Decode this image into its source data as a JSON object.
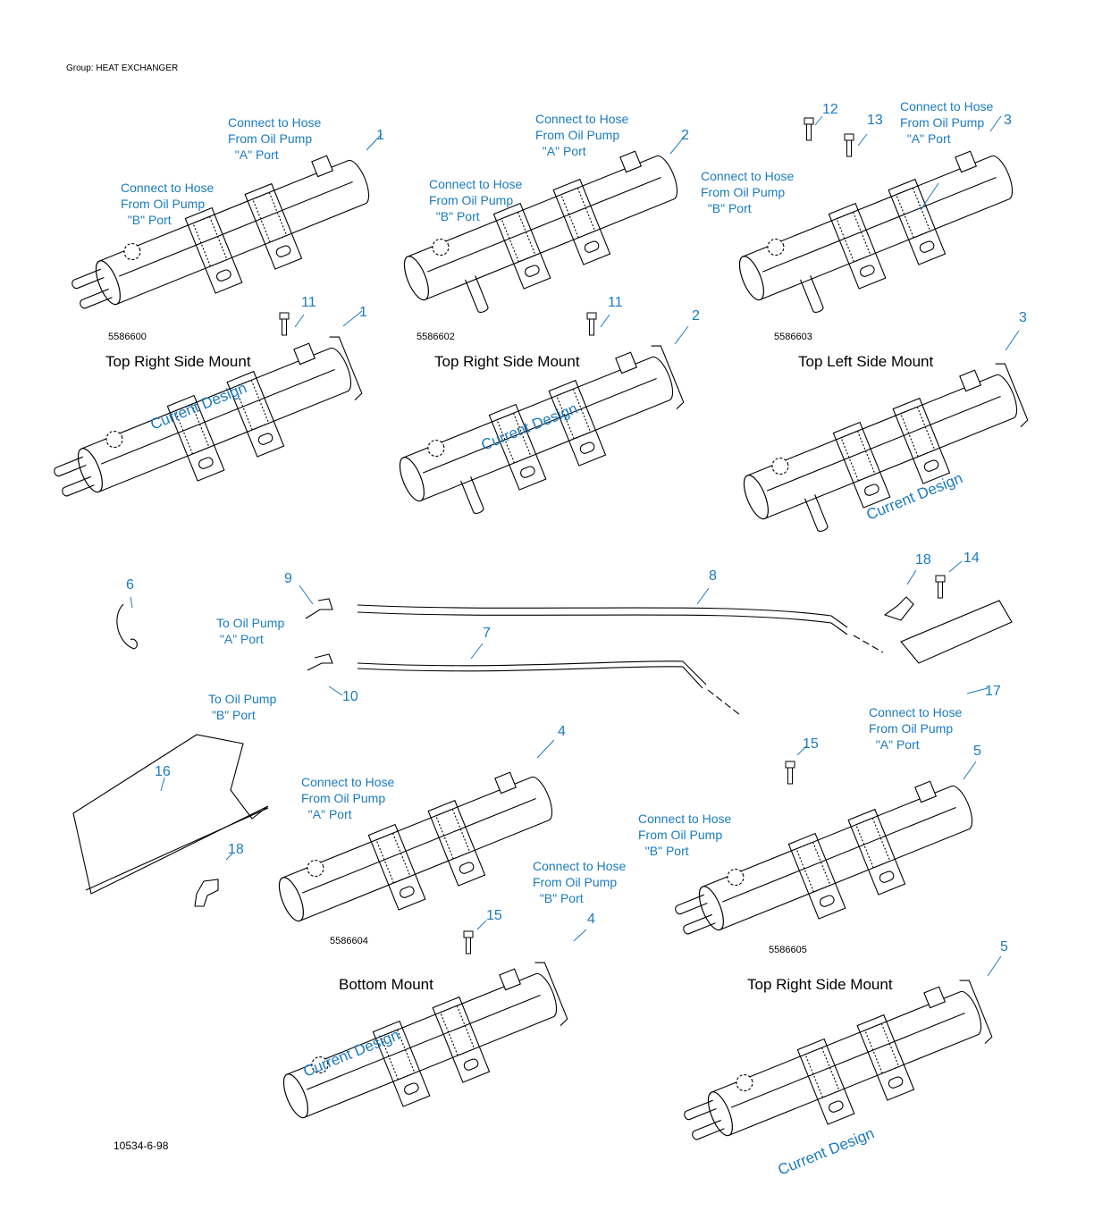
{
  "group_label": "Group: HEAT EXCHANGER",
  "footer_code": "10534-6-98",
  "current_design_label": "Current Design",
  "colors": {
    "callout": "#1a7bbf",
    "line": "#000000"
  },
  "assemblies": [
    {
      "part_no": "5586600",
      "caption": "Top Right Side Mount",
      "item": "1"
    },
    {
      "part_no": "5586602",
      "caption": "Top Right Side Mount",
      "item": "2"
    },
    {
      "part_no": "5586603",
      "caption": "Top Left Side Mount",
      "item": "3"
    },
    {
      "part_no": "5586604",
      "caption": "Bottom Mount",
      "item": "4"
    },
    {
      "part_no": "5586605",
      "caption": "Top Right Side Mount",
      "item": "5"
    }
  ],
  "callouts": [
    "1",
    "1",
    "2",
    "2",
    "3",
    "3",
    "4",
    "4",
    "5",
    "5",
    "6",
    "7",
    "8",
    "9",
    "10",
    "11",
    "11",
    "12",
    "13",
    "14",
    "15",
    "15",
    "16",
    "17",
    "18",
    "18"
  ],
  "notes": {
    "hose_a": [
      "Connect to Hose",
      "From Oil Pump",
      "\"A\" Port"
    ],
    "hose_b": [
      "Connect to Hose",
      "From Oil Pump",
      "\"B\" Port"
    ],
    "pump_a": [
      "To Oil Pump",
      "\"A\" Port"
    ],
    "pump_b": [
      "To Oil Pump",
      "\"B\" Port"
    ]
  }
}
